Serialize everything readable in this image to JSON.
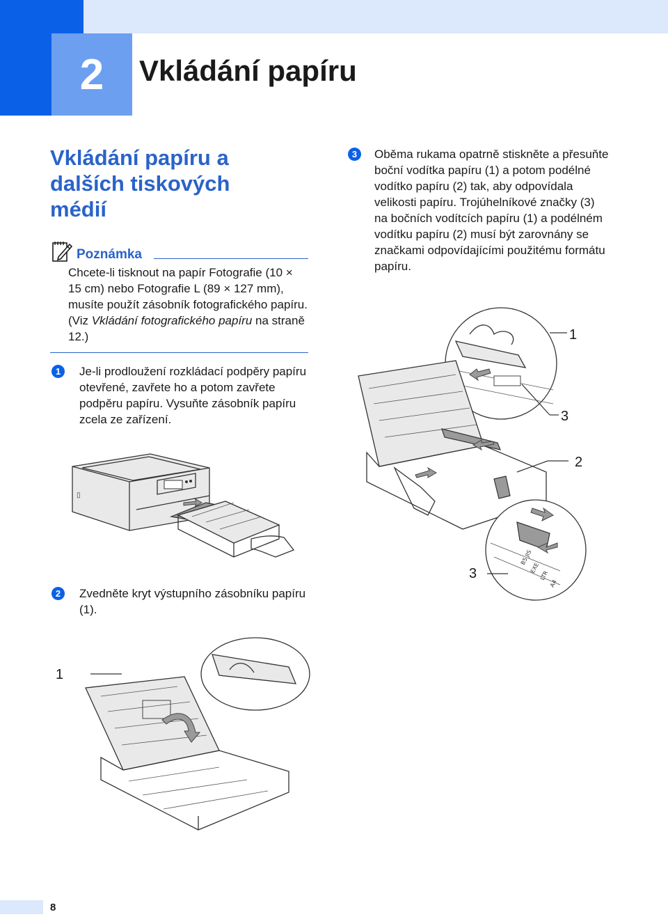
{
  "header": {
    "chapter_number": "2",
    "chapter_title": "Vkládání papíru"
  },
  "section": {
    "title": "Vkládání papíru a dalších tiskových médií"
  },
  "note": {
    "label": "Poznámka",
    "text_plain": "Chcete-li tisknout na papír Fotografie (10 × 15 cm) nebo Fotografie L (89 × 127 mm), musíte použít zásobník fotografického papíru. (Viz ",
    "text_italic": "Vkládání fotografického papíru",
    "text_tail": " na straně 12.)"
  },
  "steps": [
    {
      "badge": "1",
      "text": "Je-li prodloužení rozkládací podpěry papíru otevřené, zavřete ho a potom zavřete podpěru papíru. Vysuňte zásobník papíru zcela ze zařízení."
    },
    {
      "badge": "2",
      "text": "Zvedněte kryt výstupního zásobníku papíru (1)."
    },
    {
      "badge": "3",
      "text": "Oběma rukama opatrně stiskněte a přesuňte boční vodítka papíru (1) a potom podélné vodítko papíru (2) tak, aby odpovídala velikosti papíru. Trojúhelníkové značky (3) na bočních vodítcích papíru (1) a podélném vodítku papíru (2) musí být zarovnány se značkami odpovídajícími použitému formátu papíru."
    }
  ],
  "callouts": {
    "fig2_1": "1",
    "fig3_1": "1",
    "fig3_3a": "3",
    "fig3_2": "2",
    "fig3_3b": "3"
  },
  "tray_marks": [
    "B5 JIS",
    "EXE",
    "LTR",
    "A4"
  ],
  "footer": {
    "page_number": "8"
  },
  "colors": {
    "accent": "#0a61e8",
    "accent_light": "#6c9ff0",
    "band_light": "#dce8fb",
    "heading": "#2a63c9"
  }
}
